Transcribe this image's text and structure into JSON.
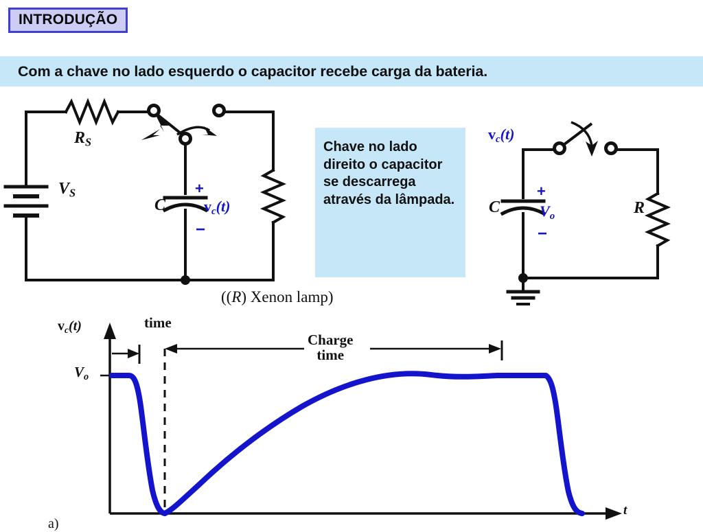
{
  "slide": {
    "title": "INTRODUÇÃO",
    "title_fill": "#ccccf5",
    "title_border": "#4040d0",
    "subtitle": "Com a chave no lado esquerdo o capacitor recebe carga da bateria.",
    "subtitle_fill": "#c6e7f8",
    "accent_blue": "#1414cc",
    "curve_color": "#1414cc",
    "corner_mark": "a)"
  },
  "note_box": {
    "text": "Chave no lado direito o capacitor se descarrega através da lâmpada.",
    "fill": "#c6e7f8"
  },
  "circuit_left": {
    "caption": "((R) Xenon lamp)",
    "caption_italic_part": "R",
    "source_label": "V",
    "source_sub": "S",
    "resistor_label": "R",
    "resistor_sub": "S",
    "capacitor_label": "C",
    "capacitor_voltage": "v",
    "capacitor_voltage_sub": "c",
    "capacitor_voltage_arg": "(t)",
    "plus_sign": "+",
    "minus_sign": "−",
    "components": [
      "battery",
      "series-resistor",
      "spdt-switch",
      "capacitor",
      "xenon-lamp-resistor"
    ]
  },
  "circuit_right": {
    "node_voltage": "v",
    "node_voltage_sub": "c",
    "node_voltage_arg": "(t)",
    "capacitor_label": "C",
    "capacitor_voltage": "V",
    "capacitor_voltage_sub": "o",
    "resistor_label": "R",
    "plus_sign": "+",
    "minus_sign": "−",
    "components": [
      "capacitor",
      "switch",
      "resistor",
      "ground"
    ]
  },
  "chart_data": {
    "type": "line",
    "title": "",
    "xlabel": "t",
    "ylabel": "v_c(t)",
    "y_axis_label_text": "v",
    "y_axis_label_sub": "c",
    "y_axis_label_arg": "(t)",
    "x_axis_label_text": "t",
    "annotations": [
      {
        "name": "vo-level",
        "text": "V",
        "sub": "o",
        "y_value": 1.0
      },
      {
        "name": "discharge-time-label",
        "text": "time"
      },
      {
        "name": "charge-time-label",
        "text": "Charge time",
        "line1": "Charge",
        "line2": "time"
      }
    ],
    "grid": false,
    "legend": null,
    "ylim": [
      0,
      1.15
    ],
    "xlim": [
      0,
      1
    ],
    "series": [
      {
        "name": "capacitor-voltage",
        "color": "#1414cc",
        "description": "Flat at Vo, fast exponential discharge to 0, slow exponential charge back to Vo, fast discharge to 0",
        "x": [
          0.0,
          0.035,
          0.04,
          0.05,
          0.06,
          0.07,
          0.08,
          0.09,
          0.1,
          0.11,
          0.12,
          0.125,
          0.18,
          0.24,
          0.3,
          0.36,
          0.42,
          0.48,
          0.54,
          0.6,
          0.66,
          0.72,
          0.78,
          0.84,
          0.88,
          0.9,
          0.905,
          0.915,
          0.925,
          0.935,
          0.945,
          0.955,
          0.965,
          0.975
        ],
        "y": [
          1.0,
          1.0,
          0.97,
          0.82,
          0.64,
          0.48,
          0.34,
          0.22,
          0.13,
          0.06,
          0.01,
          0.0,
          0.14,
          0.27,
          0.39,
          0.5,
          0.6,
          0.68,
          0.76,
          0.82,
          0.88,
          0.92,
          0.96,
          0.99,
          1.0,
          1.0,
          0.97,
          0.84,
          0.66,
          0.48,
          0.32,
          0.18,
          0.08,
          0.0
        ]
      }
    ],
    "markers": {
      "discharge_interval": {
        "x_start": 0.0,
        "x_end": 0.125,
        "label": "time"
      },
      "charge_interval": {
        "x_start": 0.125,
        "x_end": 0.9,
        "label": "Charge time"
      },
      "dashed_vertical_x": 0.125
    }
  }
}
